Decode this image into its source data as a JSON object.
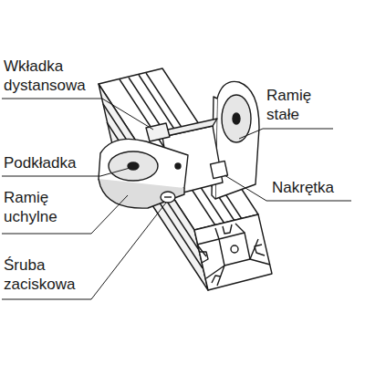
{
  "diagram": {
    "labels": [
      "Wkładka dystansowa",
      "Ramię stałe",
      "Podkładka",
      "Nakrętka",
      "Ramię uchylne",
      "Śruba zaciskowa"
    ]
  }
}
